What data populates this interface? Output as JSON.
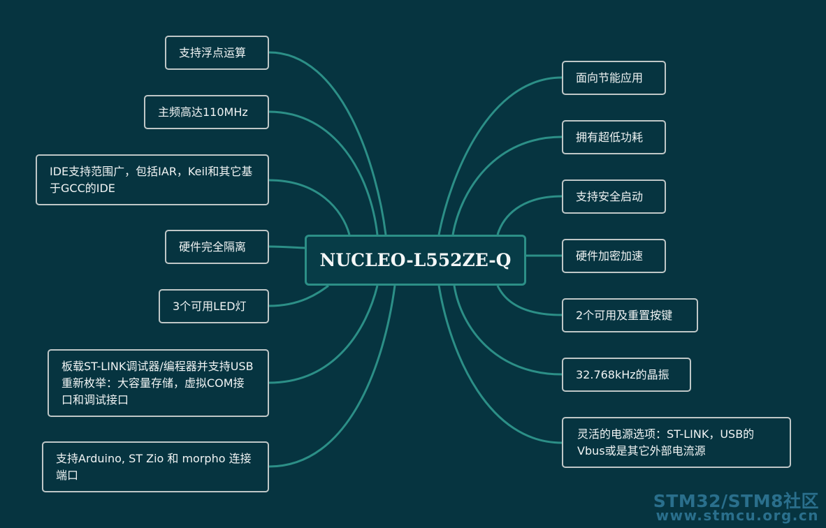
{
  "center": {
    "label": "NUCLEO-L552ZE-Q"
  },
  "left_nodes": [
    {
      "text": "支持浮点运算"
    },
    {
      "text": "主频高达110MHz"
    },
    {
      "text": "IDE支持范围广，包括IAR，Keil和其它基于GCC的IDE"
    },
    {
      "text": "硬件完全隔离"
    },
    {
      "text": "3个可用LED灯"
    },
    {
      "text": "板载ST-LINK调试器/编程器并支持USB重新枚举：大容量存储，虚拟COM接口和调试接口"
    },
    {
      "text": "支持Arduino, ST Zio 和 morpho 连接端口"
    }
  ],
  "right_nodes": [
    {
      "text": "面向节能应用"
    },
    {
      "text": "拥有超低功耗"
    },
    {
      "text": "支持安全启动"
    },
    {
      "text": "硬件加密加速"
    },
    {
      "text": "2个可用及重置按键"
    },
    {
      "text": "32.768kHz的晶振"
    },
    {
      "text": "灵活的电源选项：ST-LINK，USB的Vbus或是其它外部电流源"
    }
  ],
  "watermark": {
    "line1": "STM32/STM8社区",
    "line2": "www.stmcu.org.cn"
  },
  "colors": {
    "background": "#063440",
    "connector": "#2c8f87",
    "node_border": "#bfc7c7",
    "watermark": "#2a6f8c"
  }
}
